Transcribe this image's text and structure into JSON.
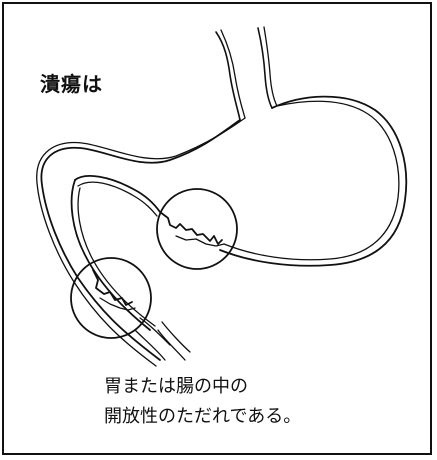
{
  "title": "潰瘍は",
  "caption": {
    "line1": "胃または腸の中の",
    "line2": "開放性のただれである。"
  },
  "colors": {
    "ink": "#111111",
    "background": "#ffffff"
  }
}
